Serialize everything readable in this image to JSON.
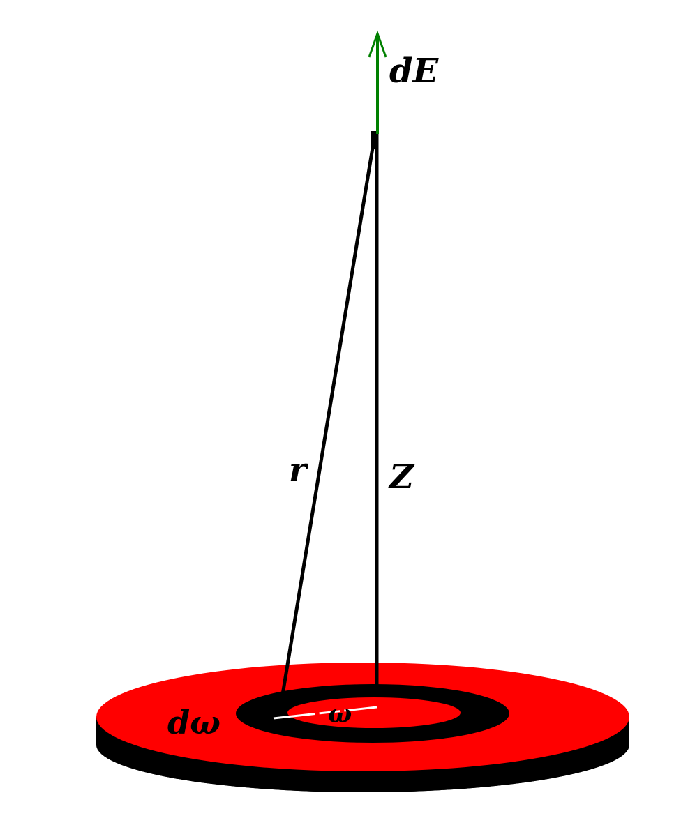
{
  "labels": {
    "field": "dE",
    "slant_distance": "r",
    "axis_distance": "Z",
    "ring_width": "dω",
    "ring_radius": "ω"
  },
  "colors": {
    "background": "#ffffff",
    "disk": "#ff0000",
    "disk_shadow": "#000000",
    "ring": "#000000",
    "field_arrow": "#008000",
    "lines": "#000000",
    "radius_line": "#ffffff"
  }
}
